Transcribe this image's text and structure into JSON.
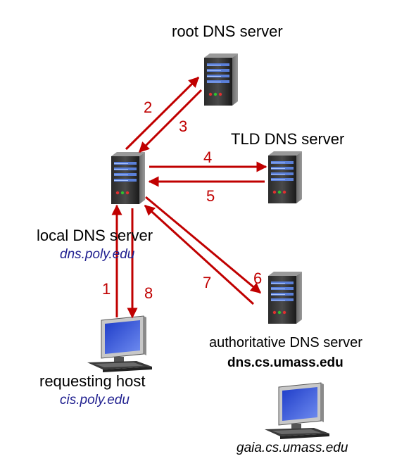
{
  "labels": {
    "root_server": "root DNS server",
    "tld_server": "TLD DNS server",
    "local_server": "local DNS server",
    "local_server_host": "dns.poly.edu",
    "auth_server": "authoritative DNS server",
    "auth_server_host": "dns.cs.umass.edu",
    "requesting_host": "requesting host",
    "requesting_host_name": "cis.poly.edu",
    "target_host_name": "gaia.cs.umass.edu"
  },
  "steps": [
    "1",
    "2",
    "3",
    "4",
    "5",
    "6",
    "7",
    "8"
  ],
  "colors": {
    "arrow": "#c00000",
    "host_blue": "#1f1f8f"
  }
}
